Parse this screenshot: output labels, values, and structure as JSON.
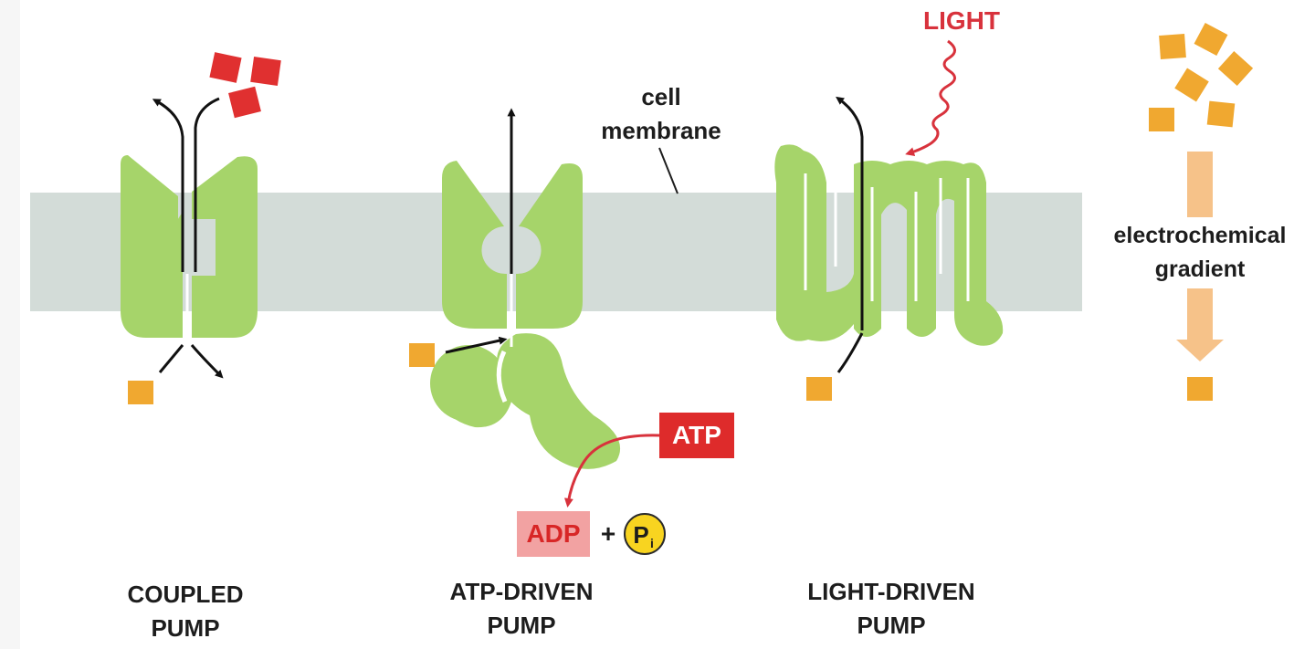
{
  "labels": {
    "cell_membrane_line1": "cell",
    "cell_membrane_line2": "membrane",
    "light": "LIGHT",
    "gradient_line1": "electrochemical",
    "gradient_line2": "gradient",
    "atp": "ATP",
    "adp": "ADP",
    "plus": "+",
    "pi_main": "P",
    "pi_sub": "i"
  },
  "pumps": [
    {
      "line1": "COUPLED",
      "line2": "PUMP"
    },
    {
      "line1": "ATP-DRIVEN",
      "line2": "PUMP"
    },
    {
      "line1": "LIGHT-DRIVEN",
      "line2": "PUMP"
    }
  ],
  "colors": {
    "background": "#f6f6f6",
    "panel": "#ffffff",
    "membrane": "#d3dcd8",
    "protein": "#a6d46a",
    "solute_orange": "#f0a830",
    "solute_red": "#e03030",
    "light_red": "#d8323c",
    "atp_box": "#de2b2b",
    "adp_box": "#f2a2a2",
    "adp_text": "#d82626",
    "pi_circle": "#f8d420",
    "gradient_arrow": "#f6c289"
  }
}
